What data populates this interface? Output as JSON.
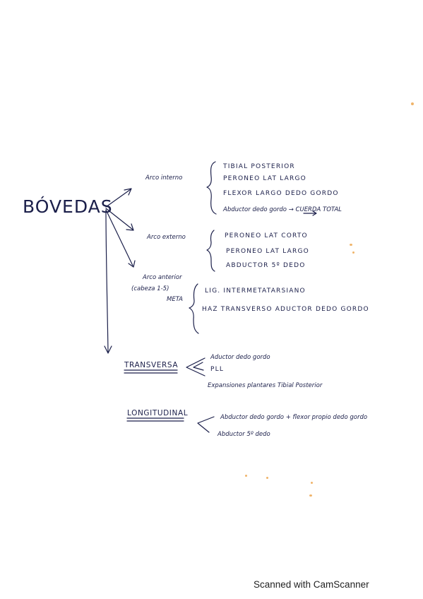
{
  "title": "BÓVEDAS",
  "branches": {
    "arco_interno": {
      "label": "Arco interno",
      "items": [
        "TIBIAL POSTERIOR",
        "PERONEO LAT  LARGO",
        "FLEXOR  LARGO DEDO GORDO",
        "Abductor dedo gordo → CUERDA TOTAL"
      ]
    },
    "arco_externo": {
      "label": "Arco externo",
      "items": [
        "PERONEO LAT CORTO",
        "PERONEO LAT LARGO",
        "ABDUCTOR 5º DEDO"
      ]
    },
    "arco_anterior": {
      "label_line1": "Arco anterior",
      "label_line2": "(cabeza 1-5)",
      "label_line3": "META",
      "items": [
        "LIG. INTERMETATARSIANO",
        "HAZ TRANSVERSO  ADUCTOR  DEDO GORDO"
      ]
    }
  },
  "transversa": {
    "label": "TRANSVERSA",
    "items": [
      "Aductor dedo gordo",
      "PLL",
      "Expansiones plantares Tibial Posterior"
    ]
  },
  "longitudinal": {
    "label": "LONGITUDINAL",
    "items": [
      "Abductor dedo gordo + flexor propio dedo gordo",
      "Abductor 5º dedo"
    ]
  },
  "footer": "Scanned with CamScanner",
  "colors": {
    "ink": "#1b1f4a",
    "paper": "#ffffff",
    "stain": "#f0b46a"
  }
}
